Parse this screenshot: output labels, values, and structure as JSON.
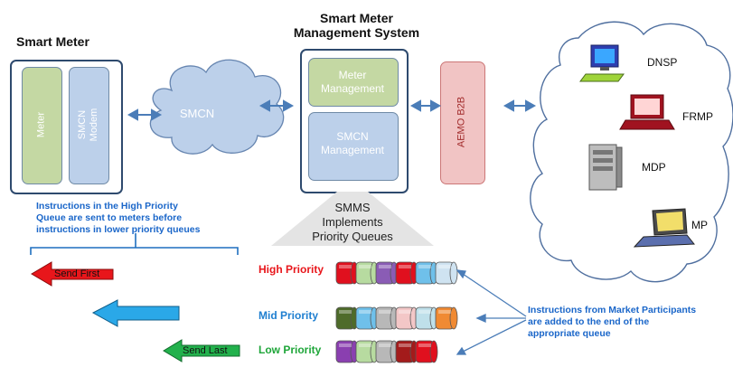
{
  "smart_meter": {
    "title": "Smart Meter",
    "meter_label": "Meter",
    "modem_label": "SMCN Modem"
  },
  "smcn_cloud": {
    "label": "SMCN"
  },
  "smms": {
    "title_line1": "Smart Meter",
    "title_line2": "Management  System",
    "meter_mgmt": "Meter Management",
    "smcn_mgmt": "SMCN Management"
  },
  "aemo": {
    "label": "AEMO B2B"
  },
  "participants": {
    "dnsp": "DNSP",
    "frmp": "FRMP",
    "mdp": "MDP",
    "mp": "MP"
  },
  "smms_queue_label": {
    "line1": "SMMS",
    "line2": "Implements",
    "line3": "Priority Queues"
  },
  "notes": {
    "high_priority_line1": "Instructions in the High Priority",
    "high_priority_line2": "Queue are sent to meters before",
    "high_priority_line3": "instructions in lower priority queues",
    "market_line1": "Instructions from Market Participants",
    "market_line2": "are added to the end of the",
    "market_line3": "appropriate queue"
  },
  "send": {
    "first": "Send First",
    "last": "Send Last"
  },
  "queues": [
    {
      "label": "High Priority",
      "color": "#e8161b",
      "cylinders": [
        "#e0101e",
        "#b7dba0",
        "#8a5cb5",
        "#e0101e",
        "#6fc0ea",
        "#cfe3f1"
      ]
    },
    {
      "label": "Mid Priority",
      "color": "#1f7fd0",
      "cylinders": [
        "#4e6b2a",
        "#6fc0ea",
        "#b8b8b8",
        "#f3c7c7",
        "#bfe0ea",
        "#f08a33"
      ]
    },
    {
      "label": "Low Priority",
      "color": "#1fa63a",
      "cylinders": [
        "#8a3fb0",
        "#b7dba0",
        "#b8b8b8",
        "#a31b1b",
        "#e0101e"
      ]
    }
  ],
  "colors": {
    "meter": "#c4d8a3",
    "modem": "#bcd0ea",
    "aemo": "#f1c4c4",
    "cloud": "#bcd0ea",
    "arrow": "#4b7db8"
  }
}
